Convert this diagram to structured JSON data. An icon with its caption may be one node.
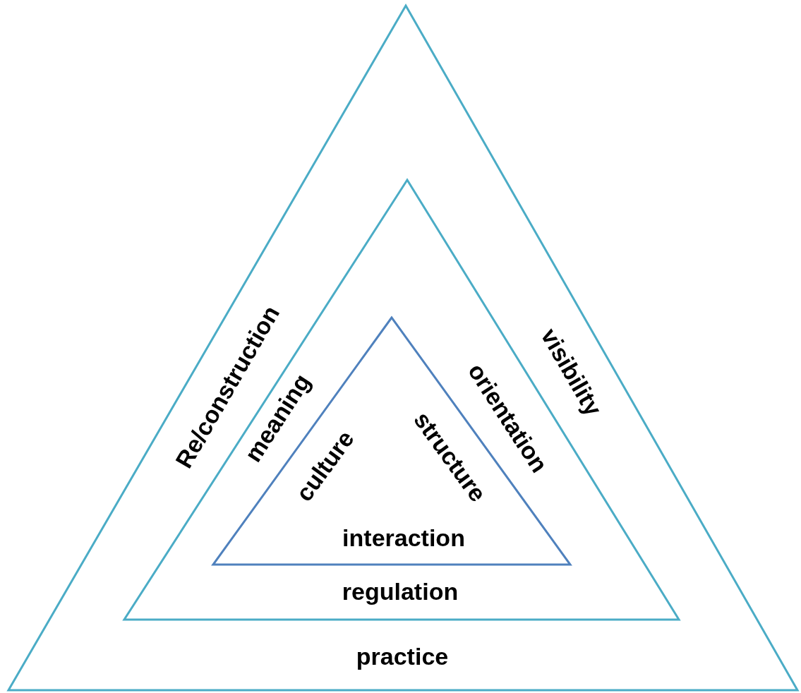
{
  "diagram": {
    "nodes": [
      {
        "text": [
          "Re/construction",
          "visibility",
          "practice"
        ]
      },
      {
        "text": [
          "meaning",
          "orientation",
          "regulation"
        ],
        "in": 0
      },
      {
        "text": [
          "culture",
          "structure",
          "interaction"
        ],
        "in": 1
      }
    ]
  }
}
